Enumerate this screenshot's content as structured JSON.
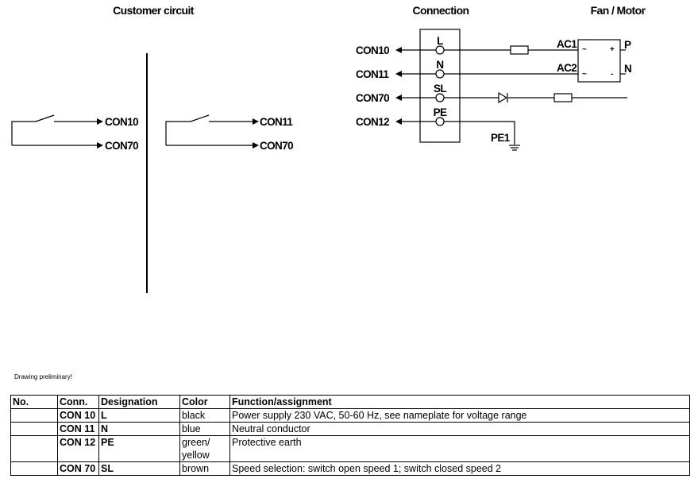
{
  "headers": {
    "customer": "Customer circuit",
    "connection": "Connection",
    "fan_motor": "Fan / Motor"
  },
  "customer_circuit": {
    "left": {
      "top": "CON10",
      "bottom": "CON70"
    },
    "right": {
      "top": "CON11",
      "bottom": "CON70"
    }
  },
  "connection": {
    "lines": [
      "CON10",
      "CON11",
      "CON70",
      "CON12"
    ],
    "terminals": [
      "L",
      "N",
      "SL",
      "PE"
    ],
    "ground": "PE1"
  },
  "motor": {
    "in1": "AC1",
    "in2": "AC2",
    "out1": "P",
    "out2": "N",
    "pin_tl": "~",
    "pin_tr": "+",
    "pin_bl": "~",
    "pin_br": "-"
  },
  "note": "Drawing preliminary!",
  "table": {
    "headers": [
      "No.",
      "Conn.",
      "Designation",
      "Color",
      "Function/assignment"
    ],
    "rows": [
      {
        "no": "",
        "conn": "CON 10",
        "designation": "L",
        "color": "black",
        "function": "Power supply 230 VAC, 50-60 Hz, see nameplate for voltage range"
      },
      {
        "no": "",
        "conn": "CON 11",
        "designation": "N",
        "color": "blue",
        "function": "Neutral conductor"
      },
      {
        "no": "",
        "conn": "CON 12",
        "designation": "PE",
        "color": "green/ yellow",
        "function": "Protective earth"
      },
      {
        "no": "",
        "conn": "CON 70",
        "designation": "SL",
        "color": "brown",
        "function": "Speed selection: switch open speed 1; switch closed speed 2"
      }
    ]
  }
}
